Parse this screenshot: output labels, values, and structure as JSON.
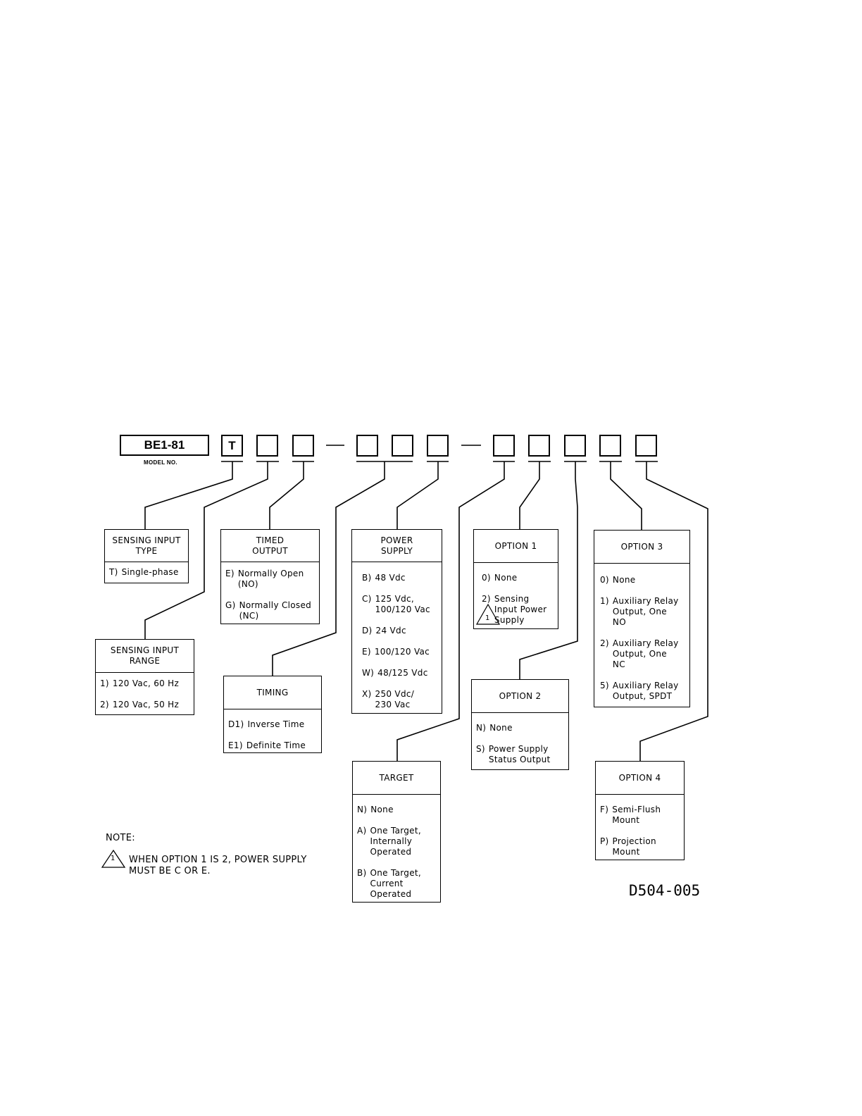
{
  "model_number": {
    "label": "BE1-81",
    "caption": "MODEL NO."
  },
  "slots": [
    "T",
    "",
    "",
    "",
    "",
    "",
    "",
    "",
    "",
    "",
    ""
  ],
  "boxes": {
    "sensing_input_type": {
      "title": "SENSING INPUT\nTYPE",
      "options": [
        {
          "key": "T)",
          "text": "Single-phase"
        }
      ]
    },
    "sensing_input_range": {
      "title": "SENSING INPUT\nRANGE",
      "options": [
        {
          "key": "1)",
          "text": "120 Vac, 60 Hz"
        },
        {
          "key": "2)",
          "text": "120 Vac, 50 Hz"
        }
      ]
    },
    "timed_output": {
      "title": "TIMED\nOUTPUT",
      "options": [
        {
          "key": "E)",
          "text": "Normally Open\n(NO)"
        },
        {
          "key": "G)",
          "text": "Normally Closed\n(NC)"
        }
      ]
    },
    "timing": {
      "title": "TIMING",
      "options": [
        {
          "key": "D1)",
          "text": "Inverse Time"
        },
        {
          "key": "E1)",
          "text": "Definite Time"
        }
      ]
    },
    "power_supply": {
      "title": "POWER\nSUPPLY",
      "options": [
        {
          "key": "B)",
          "text": "48 Vdc"
        },
        {
          "key": "C)",
          "text": "125 Vdc,\n100/120 Vac"
        },
        {
          "key": "D)",
          "text": "24 Vdc"
        },
        {
          "key": "E)",
          "text": "100/120 Vac"
        },
        {
          "key": "W)",
          "text": "48/125 Vdc"
        },
        {
          "key": "X)",
          "text": "250 Vdc/\n230 Vac"
        }
      ]
    },
    "target": {
      "title": "TARGET",
      "options": [
        {
          "key": "N)",
          "text": "None"
        },
        {
          "key": "A)",
          "text": "One Target,\nInternally\nOperated"
        },
        {
          "key": "B)",
          "text": "One Target,\nCurrent\nOperated"
        }
      ]
    },
    "option_1": {
      "title": "OPTION 1",
      "options": [
        {
          "key": "0)",
          "text": "None"
        },
        {
          "key": "2)",
          "text": "Sensing\nInput Power\nSupply"
        }
      ]
    },
    "option_2": {
      "title": "OPTION 2",
      "options": [
        {
          "key": "N)",
          "text": "None"
        },
        {
          "key": "S)",
          "text": "Power Supply\nStatus Output"
        }
      ]
    },
    "option_3": {
      "title": "OPTION 3",
      "options": [
        {
          "key": "0)",
          "text": "None"
        },
        {
          "key": "1)",
          "text": "Auxiliary Relay\nOutput, One\nNO"
        },
        {
          "key": "2)",
          "text": "Auxiliary Relay\nOutput, One\nNC"
        },
        {
          "key": "5)",
          "text": "Auxiliary Relay\nOutput, SPDT"
        }
      ]
    },
    "option_4": {
      "title": "OPTION 4",
      "options": [
        {
          "key": "F)",
          "text": "Semi-Flush\nMount"
        },
        {
          "key": "P)",
          "text": "Projection\nMount"
        }
      ]
    }
  },
  "note": {
    "heading": "NOTE:",
    "marker": "1",
    "text": "WHEN OPTION 1 IS 2, POWER SUPPLY\nMUST BE C OR E."
  },
  "drawing_number": "D504-005"
}
